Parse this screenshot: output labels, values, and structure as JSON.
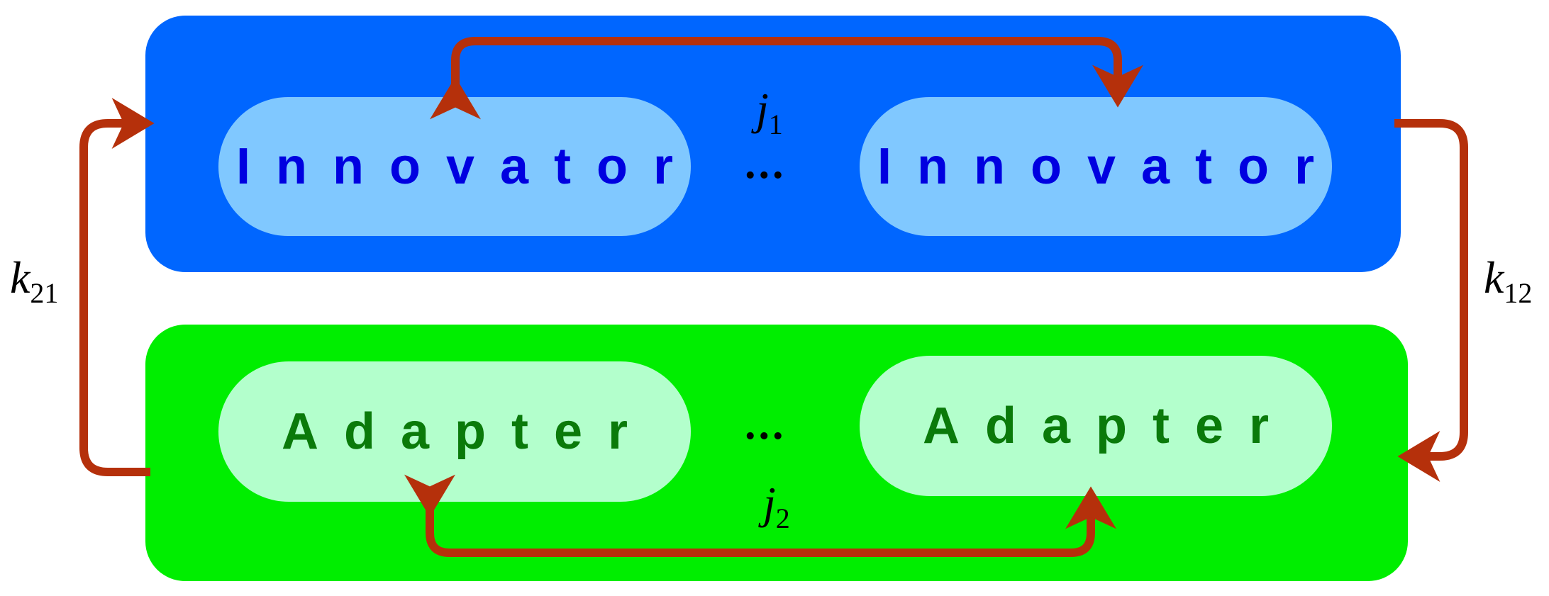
{
  "diagram": {
    "top_layer": {
      "nodes": [
        "Innovator",
        "Innovator"
      ],
      "separator": "...",
      "link_label": {
        "symbol": "j",
        "subscript": "1"
      }
    },
    "bottom_layer": {
      "nodes": [
        "Adapter",
        "Adapter"
      ],
      "separator": "...",
      "link_label": {
        "symbol": "j",
        "subscript": "2"
      }
    },
    "cross_links": {
      "left": {
        "symbol": "k",
        "subscript": "21"
      },
      "right": {
        "symbol": "k",
        "subscript": "12"
      }
    },
    "colors": {
      "innovator_layer": "#0066ff",
      "innovator_node": "#80c8ff",
      "innovator_text": "#0000e0",
      "adapter_layer": "#00ee00",
      "adapter_node": "#b3ffcc",
      "adapter_text": "#0a7a0a",
      "arrow": "#b5300b"
    }
  }
}
